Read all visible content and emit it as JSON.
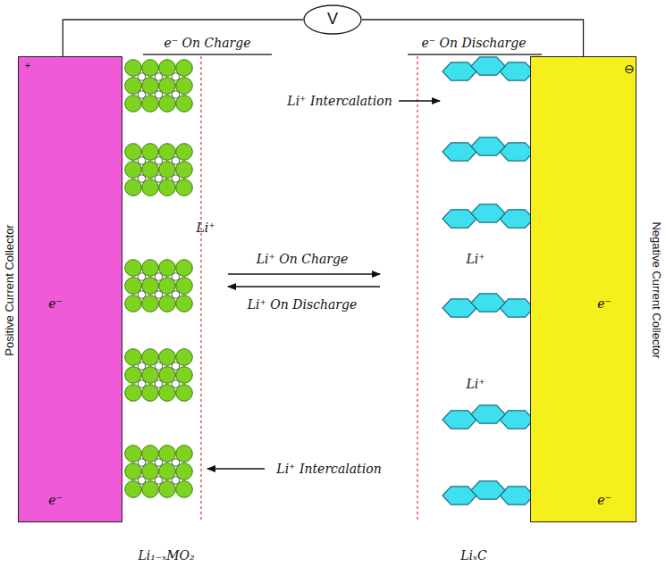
{
  "diagram": {
    "nodes": [
      {
        "text": [
          "V"
        ]
      },
      {
        "text": [
          "+",
          "Positive Current Collector"
        ]
      },
      {
        "text": [
          "⊖",
          "Negative Current Collector"
        ]
      }
    ],
    "edges": [
      {
        "from": 1,
        "to": 0,
        "arrow": "none"
      },
      {
        "from": 0,
        "to": 2,
        "arrow": "none"
      }
    ],
    "labels": [
      "e⁻ On Charge",
      "e⁻ On Discharge",
      "Li⁺ Intercalation",
      "Li⁺",
      "e⁻",
      "e⁻",
      "Li⁺ On Charge",
      "Li⁺ On Discharge",
      "Li⁺",
      "Li⁺ Intercalation",
      "e⁻",
      "e⁻",
      "Li⁺",
      "Li₁₋ₓMO₂",
      "LiₓC"
    ]
  }
}
